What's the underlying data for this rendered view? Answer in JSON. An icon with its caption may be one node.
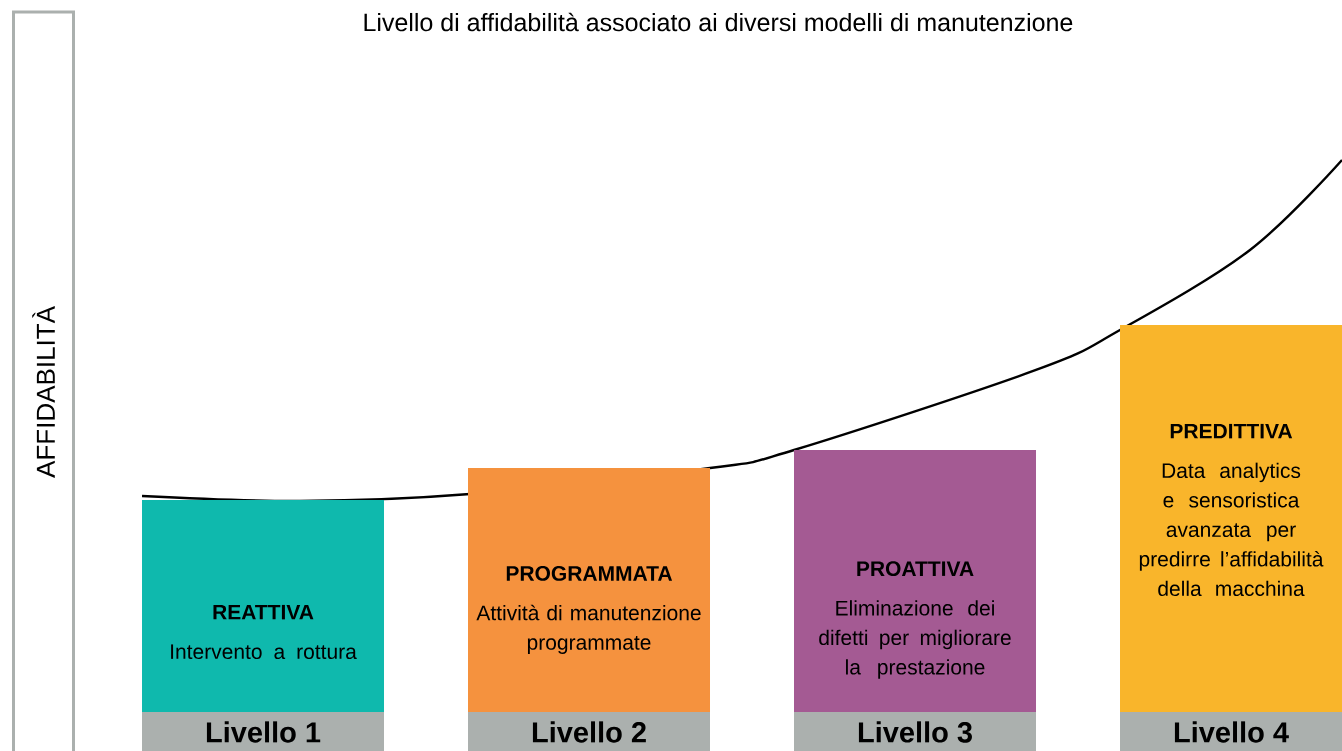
{
  "diagram": {
    "title": "Livello di affidabilità associato ai diversi modelli di manutenzione",
    "nodes": [
      {
        "text": [
          "AFFIDABILITÀ"
        ]
      },
      {
        "text": [
          "REATTIVA",
          "Intervento a rottura"
        ]
      },
      {
        "text": [
          "PROGRAMMATA",
          "Attività di manutenzione programmate"
        ]
      },
      {
        "text": [
          "PROATTIVA",
          "Eliminazione dei difetti per migliorare la prestazione"
        ]
      },
      {
        "text": [
          "PREDITTIVA",
          "Data analytics e sensoristica avanzata per predirre l’affidabilità della macchina"
        ]
      },
      {
        "text": [
          "Livello 1"
        ]
      },
      {
        "text": [
          "Livello 2"
        ]
      },
      {
        "text": [
          "Livello 3"
        ]
      },
      {
        "text": [
          "Livello 4"
        ]
      }
    ]
  }
}
